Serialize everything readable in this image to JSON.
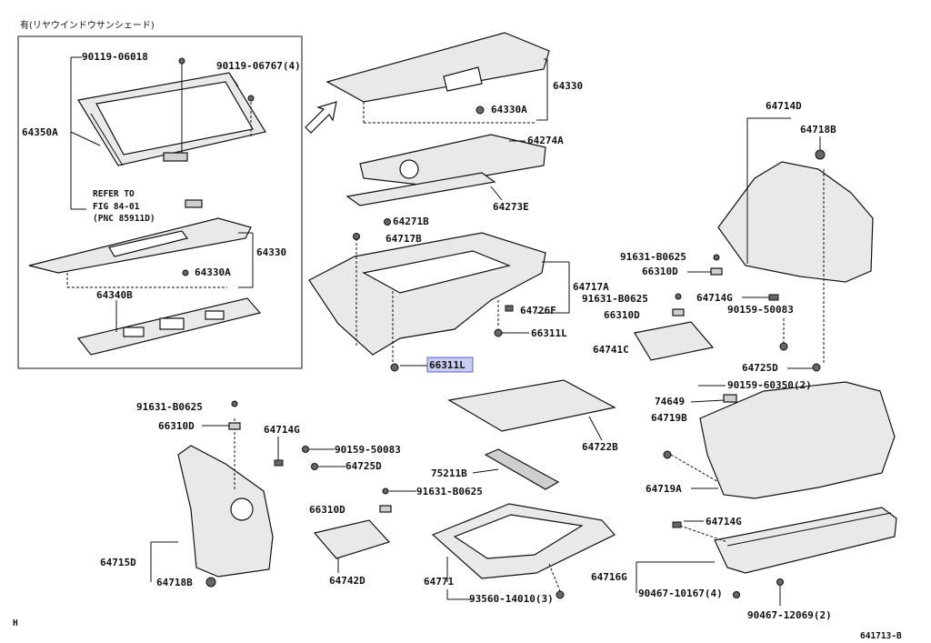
{
  "header": {
    "variant_note": "有(リヤウインドウサンシェード)"
  },
  "refer": {
    "line1": "REFER TO",
    "line2": "FIG 84-01",
    "line3": "(PNC 85911D)"
  },
  "labels": {
    "p90119_06018": "90119-06018",
    "p90119_06767": "90119-06767(4)",
    "p64350a": "64350A",
    "p64330_inset": "64330",
    "p64330a_inset": "64330A",
    "p64340b": "64340B",
    "p64330": "64330",
    "p64330a": "64330A",
    "p64274a": "64274A",
    "p64273e": "64273E",
    "p64271b": "64271B",
    "p64717b": "64717B",
    "p64717a": "64717A",
    "p64726f": "64726F",
    "p66311l_a": "66311L",
    "p66311l_b": "66311L",
    "p64714d": "64714D",
    "p64718b_r": "64718B",
    "p91631_b0625_r1": "91631-B0625",
    "p66310d_r1": "66310D",
    "p64714g_r": "64714G",
    "p91631_b0625_r2": "91631-B0625",
    "p66310d_r2": "66310D",
    "p90159_50083_r": "90159-50083",
    "p64741c": "64741C",
    "p64725d_r": "64725D",
    "p90159_60350": "90159-60350(2)",
    "p74649": "74649",
    "p64719b": "64719B",
    "p64719a": "64719A",
    "p64722b": "64722B",
    "p75211b": "75211B",
    "p91631_b0625_l": "91631-B0625",
    "p66310d_l": "66310D",
    "p64714g_l": "64714G",
    "p90159_50083_l": "90159-50083",
    "p64725d_l": "64725D",
    "p64715d": "64715D",
    "p64718b_l": "64718B",
    "p66310d_c": "66310D",
    "p91631_b0625_c": "91631-B0625",
    "p64742d": "64742D",
    "p64771": "64771",
    "p93560_14010": "93560-14010(3)",
    "p64714g_b": "64714G",
    "p64716g": "64716G",
    "p90467_10167": "90467-10167(4)",
    "p90467_12069": "90467-12069(2)"
  },
  "footer": {
    "left_mark": "H",
    "figure_code": "641713-B"
  },
  "colors": {
    "highlight_fill": "#c8ccf0",
    "highlight_stroke": "#5a64c8",
    "ink": "#111111"
  }
}
